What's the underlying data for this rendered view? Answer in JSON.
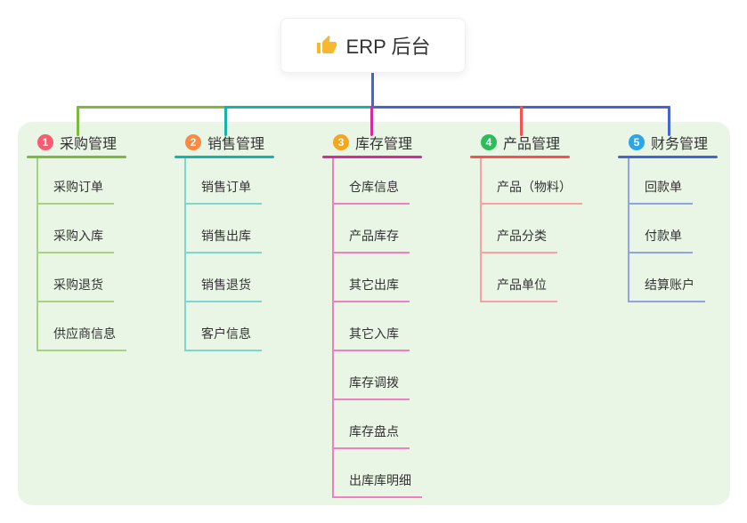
{
  "root": {
    "icon_name": "thumbs-up",
    "icon_glyph": "👍",
    "title": "ERP 后台"
  },
  "palette": {
    "canvas_bg": "#ffffff",
    "board_bg": "#e9f6e6",
    "text": "#333333",
    "root_connector": "#4565d2",
    "thumb_icon": "#f7b82e"
  },
  "branches": [
    {
      "number": "1",
      "label": "采购管理",
      "badge_color": "#f75c70",
      "line_color": "#7cb93e",
      "sub_line_color": "#a8d283",
      "items": [
        "采购订单",
        "采购入库",
        "采购退货",
        "供应商信息"
      ]
    },
    {
      "number": "2",
      "label": "销售管理",
      "badge_color": "#fb8b44",
      "line_color": "#17b3ab",
      "sub_line_color": "#7fd6cf",
      "items": [
        "销售订单",
        "销售出库",
        "销售退货",
        "客户信息"
      ]
    },
    {
      "number": "3",
      "label": "库存管理",
      "badge_color": "#f9a51a",
      "line_color": "#d42b9d",
      "sub_line_color": "#ee7fc1",
      "items": [
        "仓库信息",
        "产品库存",
        "其它出库",
        "其它入库",
        "库存调拨",
        "库存盘点",
        "出库库明细"
      ]
    },
    {
      "number": "4",
      "label": "产品管理",
      "badge_color": "#2cbd5b",
      "line_color": "#f75251",
      "sub_line_color": "#faa09f",
      "items": [
        "产品（物料）",
        "产品分类",
        "产品单位"
      ]
    },
    {
      "number": "5",
      "label": "财务管理",
      "badge_color": "#2ba4e9",
      "line_color": "#4565d2",
      "sub_line_color": "#90a4e2",
      "items": [
        "回款单",
        "付款单",
        "结算账户"
      ]
    }
  ]
}
